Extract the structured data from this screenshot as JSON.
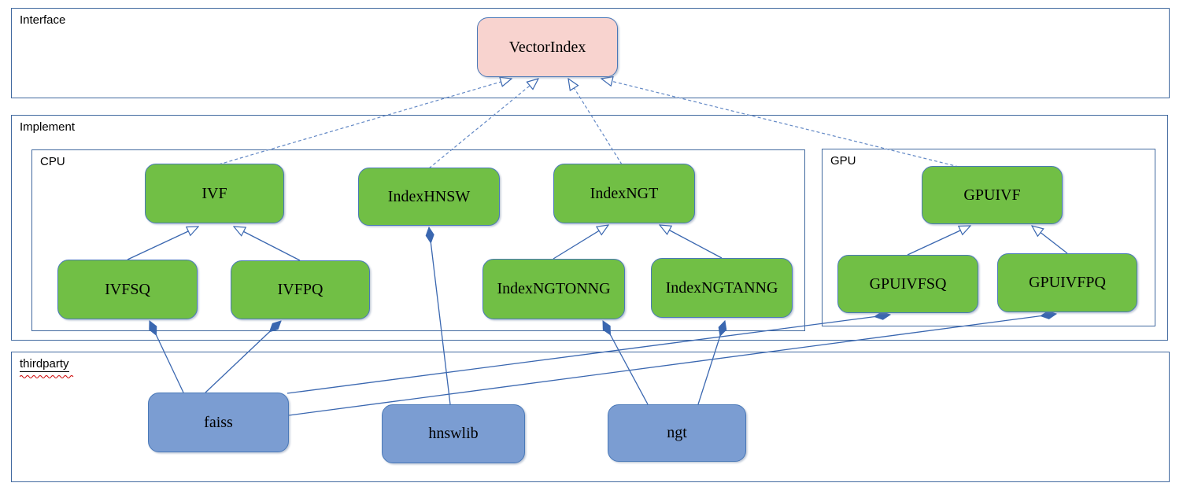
{
  "diagram": {
    "type": "uml-architecture-diagram",
    "containers": [
      {
        "id": "interface",
        "label": "Interface"
      },
      {
        "id": "implement",
        "label": "Implement"
      },
      {
        "id": "cpu",
        "label": "CPU"
      },
      {
        "id": "gpu",
        "label": "GPU"
      },
      {
        "id": "thirdparty",
        "label": "thirdparty",
        "spellcheck_underline": true
      }
    ],
    "nodes": [
      {
        "id": "vectorindex",
        "label": "VectorIndex",
        "kind": "interface",
        "group": "Interface"
      },
      {
        "id": "ivf",
        "label": "IVF",
        "kind": "class",
        "group": "CPU"
      },
      {
        "id": "indexhnsw",
        "label": "IndexHNSW",
        "kind": "class",
        "group": "CPU"
      },
      {
        "id": "indexngt",
        "label": "IndexNGT",
        "kind": "class",
        "group": "CPU"
      },
      {
        "id": "ivfsq",
        "label": "IVFSQ",
        "kind": "class",
        "group": "CPU"
      },
      {
        "id": "ivfpq",
        "label": "IVFPQ",
        "kind": "class",
        "group": "CPU"
      },
      {
        "id": "indexngtonng",
        "label": "IndexNGTONNG",
        "kind": "class",
        "group": "CPU"
      },
      {
        "id": "indexngtanng",
        "label": "IndexNGTANNG",
        "kind": "class",
        "group": "CPU"
      },
      {
        "id": "gpuivf",
        "label": "GPUIVF",
        "kind": "class",
        "group": "GPU"
      },
      {
        "id": "gpuivfsq",
        "label": "GPUIVFSQ",
        "kind": "class",
        "group": "GPU"
      },
      {
        "id": "gpuivfpq",
        "label": "GPUIVFPQ",
        "kind": "class",
        "group": "GPU"
      },
      {
        "id": "faiss",
        "label": "faiss",
        "kind": "library",
        "group": "thirdparty"
      },
      {
        "id": "hnswlib",
        "label": "hnswlib",
        "kind": "library",
        "group": "thirdparty"
      },
      {
        "id": "ngt",
        "label": "ngt",
        "kind": "library",
        "group": "thirdparty"
      }
    ],
    "edges": [
      {
        "from": "IVF",
        "to": "VectorIndex",
        "type": "realization-dashed-hollow-arrow"
      },
      {
        "from": "IndexHNSW",
        "to": "VectorIndex",
        "type": "realization-dashed-hollow-arrow"
      },
      {
        "from": "IndexNGT",
        "to": "VectorIndex",
        "type": "realization-dashed-hollow-arrow"
      },
      {
        "from": "GPUIVF",
        "to": "VectorIndex",
        "type": "realization-dashed-hollow-arrow"
      },
      {
        "from": "IVFSQ",
        "to": "IVF",
        "type": "generalization-hollow-arrow"
      },
      {
        "from": "IVFPQ",
        "to": "IVF",
        "type": "generalization-hollow-arrow"
      },
      {
        "from": "IndexNGTONNG",
        "to": "IndexNGT",
        "type": "generalization-hollow-arrow"
      },
      {
        "from": "IndexNGTANNG",
        "to": "IndexNGT",
        "type": "generalization-hollow-arrow"
      },
      {
        "from": "GPUIVFSQ",
        "to": "GPUIVF",
        "type": "generalization-hollow-arrow"
      },
      {
        "from": "GPUIVFPQ",
        "to": "GPUIVF",
        "type": "generalization-hollow-arrow"
      },
      {
        "from": "faiss",
        "to": "IVFSQ",
        "type": "composition-diamond"
      },
      {
        "from": "faiss",
        "to": "IVFPQ",
        "type": "composition-diamond"
      },
      {
        "from": "faiss",
        "to": "GPUIVFSQ",
        "type": "composition-diamond"
      },
      {
        "from": "faiss",
        "to": "GPUIVFPQ",
        "type": "composition-diamond"
      },
      {
        "from": "hnswlib",
        "to": "IndexHNSW",
        "type": "composition-diamond"
      },
      {
        "from": "ngt",
        "to": "IndexNGTONNG",
        "type": "composition-diamond"
      },
      {
        "from": "ngt",
        "to": "IndexNGTANNG",
        "type": "composition-diamond"
      }
    ],
    "colors": {
      "interface_fill": "#f8d3cf",
      "class_fill": "#71bf45",
      "library_fill": "#7b9dd2",
      "node_border": "#4a79b8",
      "container_border": "#41699f",
      "edge_solid": "#3a67b0",
      "edge_dashed": "#6288c5",
      "label_text": "#000000",
      "spellcheck_red": "#cc0000"
    }
  }
}
